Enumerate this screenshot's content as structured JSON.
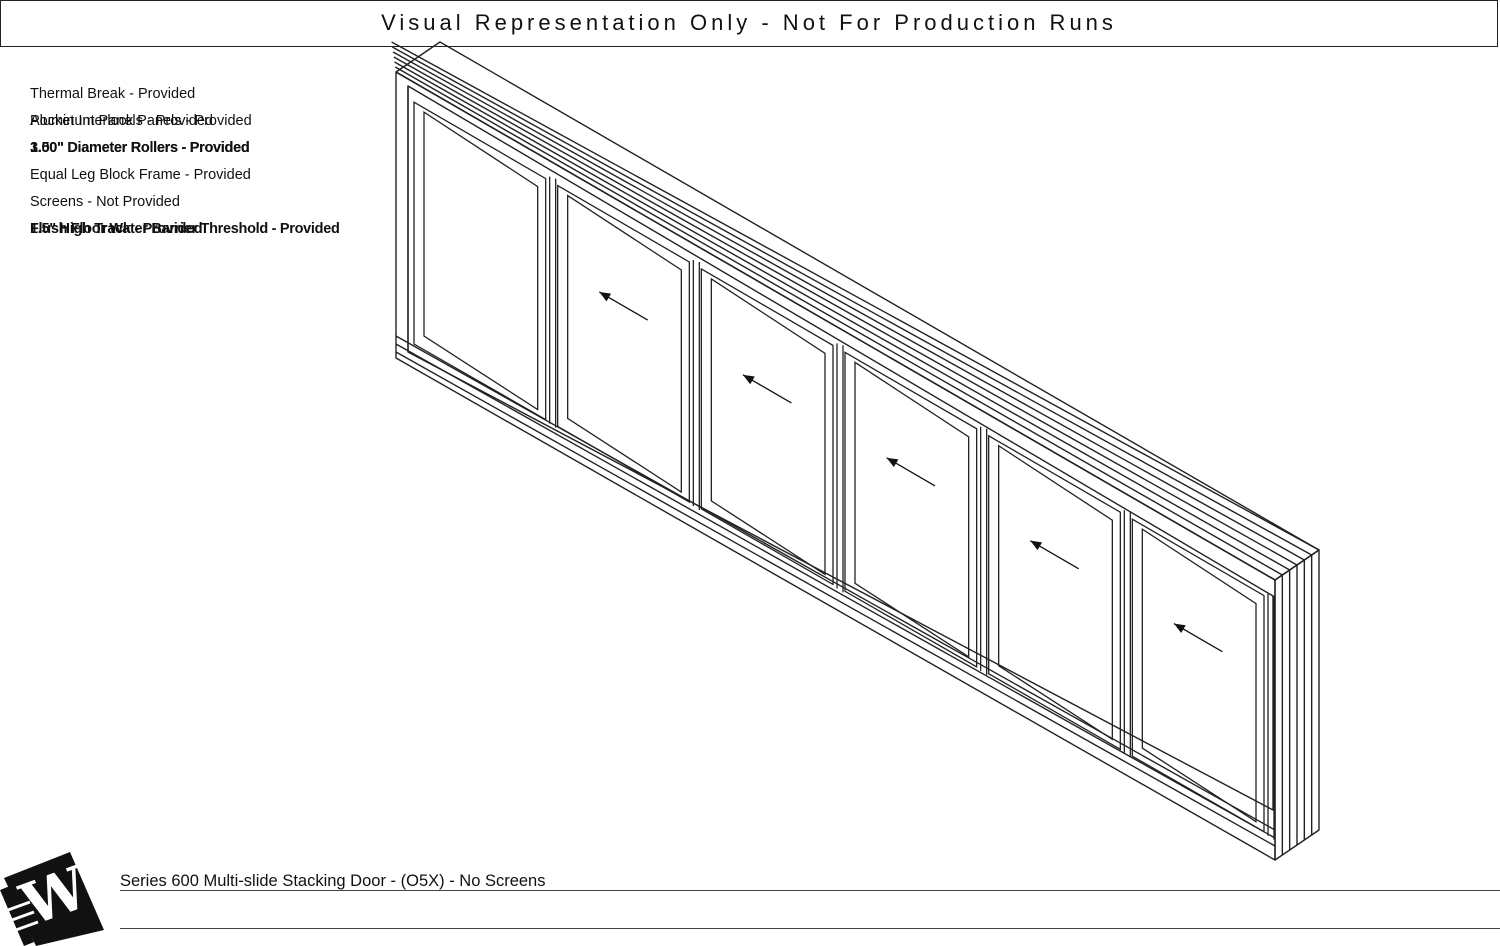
{
  "header": {
    "banner": "Visual Representation Only - Not For Production Runs"
  },
  "features": [
    {
      "lines": [
        "Thermal Break - Provided"
      ],
      "bold": false
    },
    {
      "lines": [
        "Aluminum Panels - Provided",
        "Pocket Interlock Panels - Provided"
      ],
      "bold": false
    },
    {
      "lines": [
        "1.00\" Diameter Rollers - Provided",
        "3.50\" Diameter Rollers - Provided"
      ],
      "bold": true
    },
    {
      "lines": [
        "Equal Leg Block Frame - Provided"
      ],
      "bold": false
    },
    {
      "lines": [
        "Screens - Not Provided"
      ],
      "bold": false
    },
    {
      "lines": [
        "Flush Floor Water Barrier Threshold - Provided",
        "1.5\" High Track - Provided"
      ],
      "bold": true
    }
  ],
  "drawing": {
    "panel_count": 6,
    "arrow_direction": "left",
    "arrow_icon": "arrow-left-icon"
  },
  "footer": {
    "title": "Series 600 Multi-slide Stacking Door - (O5X) - No Screens",
    "logo_letter": "W"
  }
}
